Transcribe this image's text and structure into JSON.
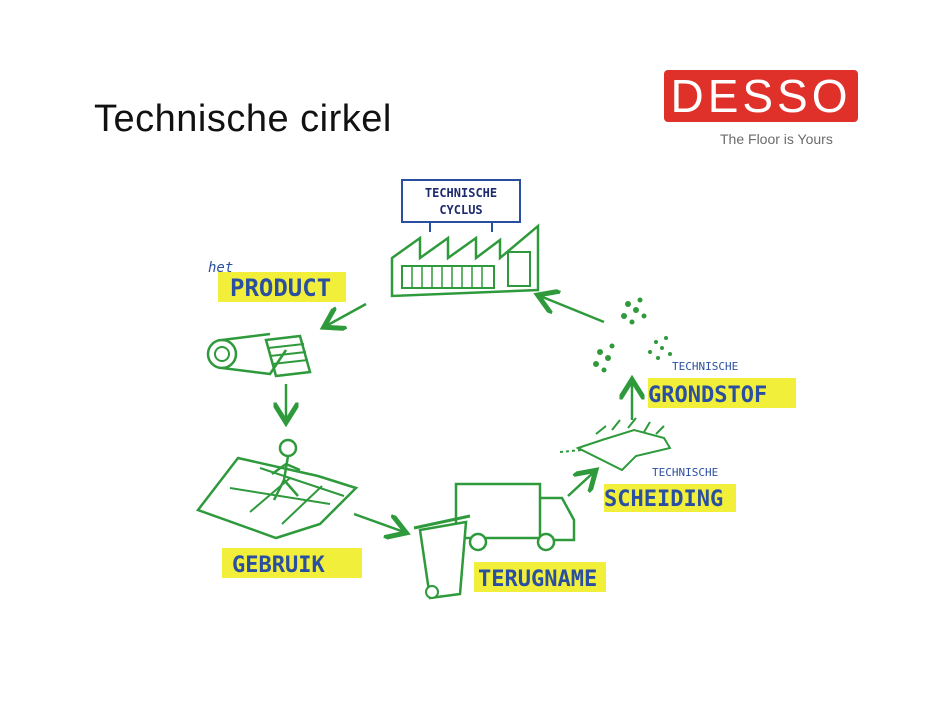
{
  "slide": {
    "title": "Technische cirkel"
  },
  "logo": {
    "name": "DESSO",
    "tagline": "The Floor is Yours"
  },
  "diagram": {
    "factory_sign": {
      "line1": "TECHNISCHE",
      "line2": "CYCLUS"
    },
    "product": {
      "prefix": "het",
      "label": "PRODUCT"
    },
    "gebruik": {
      "label": "GEBRUIK"
    },
    "terugname": {
      "label": "TERUGNAME"
    },
    "scheiding": {
      "prefix": "TECHNISCHE",
      "label": "SCHEIDING"
    },
    "grondstof": {
      "prefix": "TECHNISCHE",
      "label": "GRONDSTOF"
    }
  },
  "colors": {
    "stroke_green": "#2e9a3c",
    "highlight_yellow": "#f2ef3a",
    "ink_blue": "#2b4fa0",
    "brand_red": "#e0302a"
  }
}
